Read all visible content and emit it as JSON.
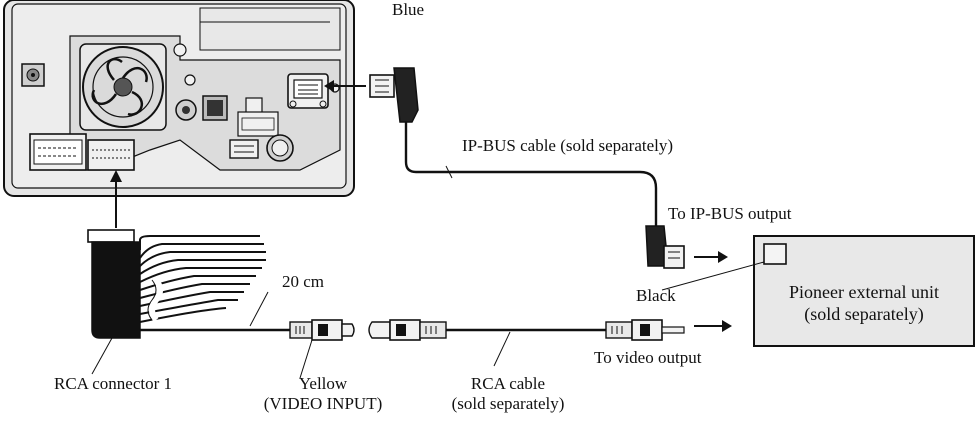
{
  "labels": {
    "blue": "Blue",
    "ip_bus_cable": "IP-BUS cable (sold separately)",
    "to_ip_bus_output": "To IP-BUS output",
    "black": "Black",
    "pioneer_unit_line1": "Pioneer external unit",
    "pioneer_unit_line2": "(sold separately)",
    "length": "20 cm",
    "rca_connector": "RCA connector 1",
    "yellow": "Yellow",
    "video_input": "(VIDEO INPUT)",
    "rca_cable": "RCA cable",
    "rca_cable_note": "(sold separately)",
    "to_video_output": "To video output"
  },
  "colors": {
    "device_body": "#ebebeb",
    "panel": "#d9d9d9",
    "stroke": "#111111"
  }
}
